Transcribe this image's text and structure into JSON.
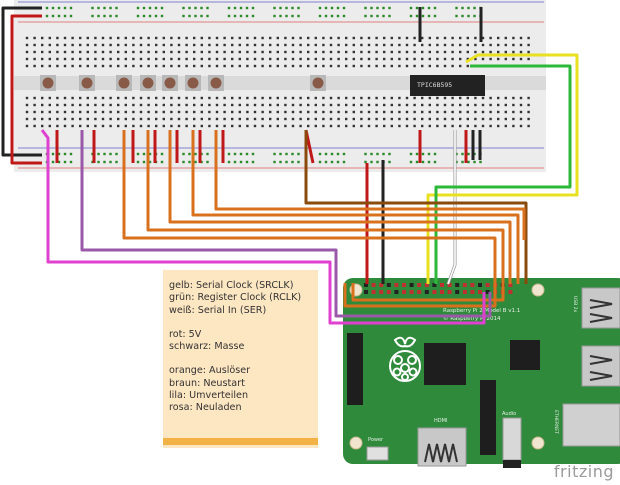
{
  "breadboard": {
    "chip_label": "TPIC6B595"
  },
  "note": {
    "lines_group1": [
      "gelb: Serial Clock (SRCLK)",
      "grün: Register Clock (RCLK)",
      "weiß: Serial In (SER)"
    ],
    "lines_group2": [
      "rot: 5V",
      "schwarz: Masse"
    ],
    "lines_group3": [
      "orange: Auslöser",
      "braun: Neustart",
      "lila: Umverteilen",
      "rosa: Neuladen"
    ]
  },
  "raspberry_pi": {
    "model_label": "Raspberry Pi 2 Model B v1.1",
    "copyright_label": "© Raspberry Pi 2014",
    "hdmi_label": "HDMI",
    "audio_label": "Audio",
    "power_label": "Power",
    "ethernet_label": "ETHERNET",
    "usb_label": "USB 2x",
    "board_color": "#2f8a3b"
  },
  "wire_colors": {
    "yellow": "#e8e020",
    "green": "#2db83a",
    "white": "#ffffff",
    "red": "#c01818",
    "black": "#222222",
    "orange": "#d9701e",
    "brown": "#8a4a0c",
    "purple": "#9a59a8",
    "pink": "#e040d0"
  },
  "brand": "fritzing"
}
